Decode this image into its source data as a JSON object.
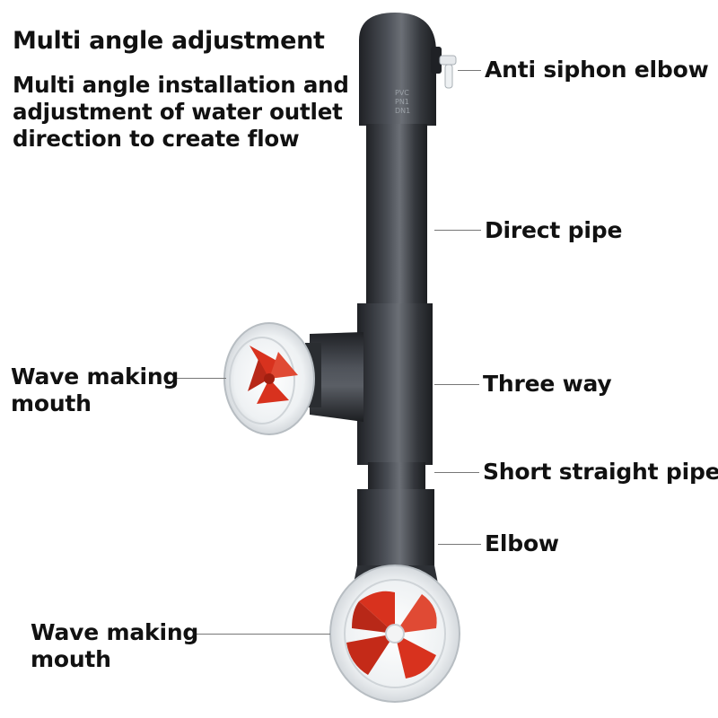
{
  "heading": {
    "title": "Multi angle adjustment",
    "lines": [
      "Multi angle installation and",
      "adjustment of water outlet",
      "direction to create flow"
    ]
  },
  "callouts": {
    "anti_siphon_elbow": "Anti siphon elbow",
    "direct_pipe": "Direct pipe",
    "three_way": "Three way",
    "short_straight_pipe": "Short straight pipe",
    "elbow": "Elbow",
    "wave_mouth_upper": [
      "Wave making",
      "mouth"
    ],
    "wave_mouth_lower": [
      "Wave making",
      "mouth"
    ]
  },
  "pipe_marking": [
    "PVC",
    "PN1",
    "DN1"
  ],
  "colors": {
    "pipe": "#3a3d42",
    "pipe_highlight": "#6e7278",
    "impeller": "#d8321e",
    "nozzle": "#e9ecef",
    "leader": "#777777"
  }
}
